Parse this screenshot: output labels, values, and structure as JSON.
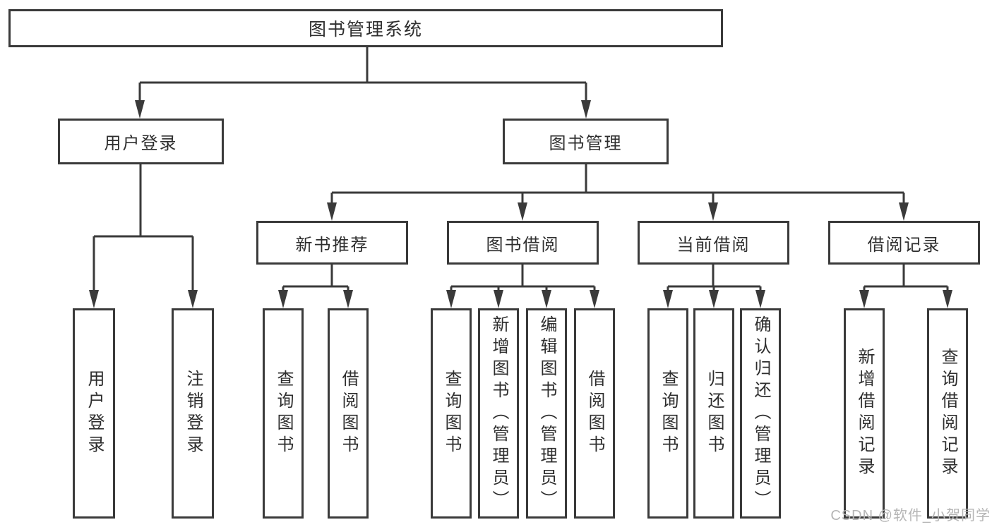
{
  "tree": {
    "root": {
      "label": "图书管理系统",
      "children": [
        {
          "label": "用户登录",
          "children": [
            {
              "label": "用户登录"
            },
            {
              "label": "注销登录"
            }
          ]
        },
        {
          "label": "图书管理",
          "children": [
            {
              "label": "新书推荐",
              "children": [
                {
                  "label": "查询图书"
                },
                {
                  "label": "借阅图书"
                }
              ]
            },
            {
              "label": "图书借阅",
              "children": [
                {
                  "label": "查询图书"
                },
                {
                  "label": "新增图书（管理员）"
                },
                {
                  "label": "编辑图书（管理员）"
                },
                {
                  "label": "借阅图书"
                }
              ]
            },
            {
              "label": "当前借阅",
              "children": [
                {
                  "label": "查询图书"
                },
                {
                  "label": "归还图书"
                },
                {
                  "label": "确认归还（管理员）"
                }
              ]
            },
            {
              "label": "借阅记录",
              "children": [
                {
                  "label": "新增借阅记录"
                },
                {
                  "label": "查询借阅记录"
                }
              ]
            }
          ]
        }
      ]
    }
  },
  "watermark": {
    "text": "CSDN @软件_小贺同学",
    "color": "#b5b5b5"
  },
  "colors": {
    "line": "#3a3a3a",
    "text": "#2e2e2e",
    "box_bg": "#ffffff",
    "page_bg": "#ffffff"
  }
}
